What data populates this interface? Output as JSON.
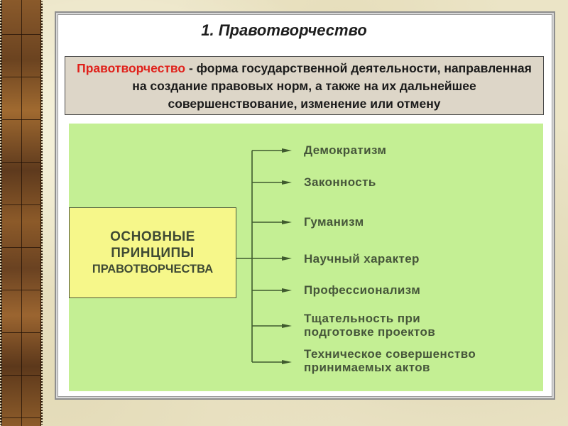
{
  "slide": {
    "title": "1. Правотворчество",
    "definition": {
      "term": "Правотворчество",
      "text": " - форма государственной деятельности, направленная на создание правовых норм, а также на их дальнейшее совершенствование, изменение или отмену"
    },
    "diagram": {
      "root": {
        "line1": "ОСНОВНЫЕ",
        "line2": "ПРИНЦИПЫ",
        "line3": "ПРАВОТВОРЧЕСТВА"
      },
      "principles": [
        {
          "line1": "Демократизм"
        },
        {
          "line1": "Законность"
        },
        {
          "line1": "Гуманизм"
        },
        {
          "line1": "Научный  характер"
        },
        {
          "line1": "Профессионализм"
        },
        {
          "line1": "Тщательность  при",
          "line2": "подготовке  проектов"
        },
        {
          "line1": "Техническое  совершенство",
          "line2": "принимаемых  актов"
        }
      ]
    },
    "colors": {
      "term_red": "#e0201a",
      "diagram_green": "#c4ef94",
      "root_yellow": "#f6f78a",
      "definition_bg": "#ddd6c8",
      "connector": "#3f5a2e"
    }
  }
}
